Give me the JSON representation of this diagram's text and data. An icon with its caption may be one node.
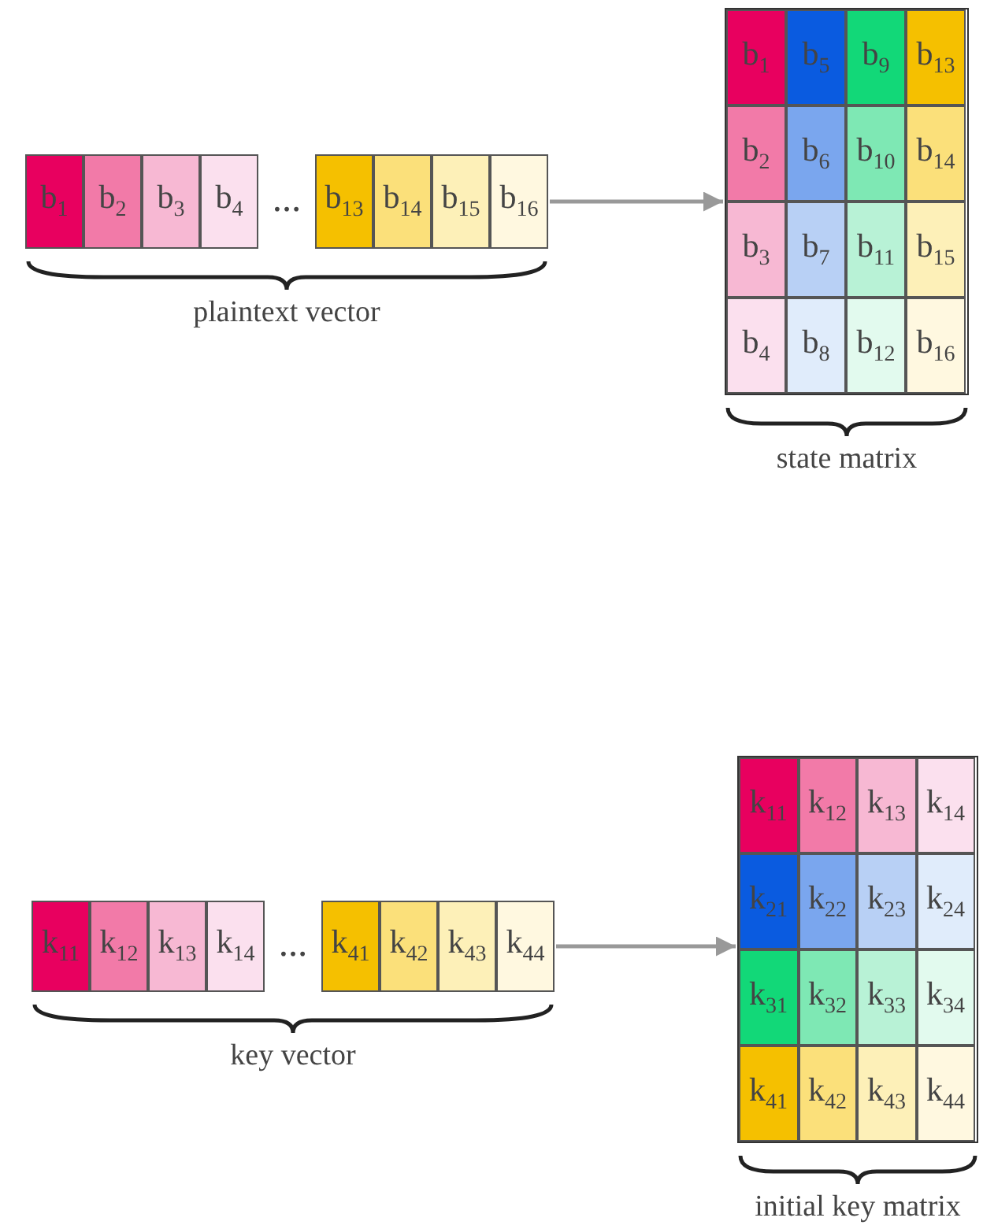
{
  "diagram": {
    "nodes": [
      {
        "text": [
          "plaintext vector"
        ]
      },
      {
        "text": [
          "b$_{1}$"
        ],
        "in": 0
      },
      {
        "text": [
          "b$_{2}$"
        ],
        "in": 0
      },
      {
        "text": [
          "b$_{3}$"
        ],
        "in": 0
      },
      {
        "text": [
          "b$_{4}$"
        ],
        "in": 0
      },
      {
        "text": [
          "b$_{13}$"
        ],
        "in": 0
      },
      {
        "text": [
          "b$_{14}$"
        ],
        "in": 0
      },
      {
        "text": [
          "b$_{15}$"
        ],
        "in": 0
      },
      {
        "text": [
          "b$_{16}$"
        ],
        "in": 0
      },
      {
        "text": [
          "state matrix"
        ]
      },
      {
        "text": [
          "b$_{1}$"
        ],
        "in": 9
      },
      {
        "text": [
          "b$_{5}$"
        ],
        "in": 9
      },
      {
        "text": [
          "b$_{9}$"
        ],
        "in": 9
      },
      {
        "text": [
          "b$_{13}$"
        ],
        "in": 9
      },
      {
        "text": [
          "b$_{2}$"
        ],
        "in": 9
      },
      {
        "text": [
          "b$_{6}$"
        ],
        "in": 9
      },
      {
        "text": [
          "b$_{10}$"
        ],
        "in": 9
      },
      {
        "text": [
          "b$_{14}$"
        ],
        "in": 9
      },
      {
        "text": [
          "b$_{3}$"
        ],
        "in": 9
      },
      {
        "text": [
          "b$_{7}$"
        ],
        "in": 9
      },
      {
        "text": [
          "b$_{11}$"
        ],
        "in": 9
      },
      {
        "text": [
          "b$_{15}$"
        ],
        "in": 9
      },
      {
        "text": [
          "b$_{4}$"
        ],
        "in": 9
      },
      {
        "text": [
          "b$_{8}$"
        ],
        "in": 9
      },
      {
        "text": [
          "b$_{12}$"
        ],
        "in": 9
      },
      {
        "text": [
          "b$_{16}$"
        ],
        "in": 9
      },
      {
        "text": [
          "key vector"
        ]
      },
      {
        "text": [
          "k$_{11}$"
        ],
        "in": 26
      },
      {
        "text": [
          "k$_{12}$"
        ],
        "in": 26
      },
      {
        "text": [
          "k$_{13}$"
        ],
        "in": 26
      },
      {
        "text": [
          "k$_{14}$"
        ],
        "in": 26
      },
      {
        "text": [
          "k$_{41}$"
        ],
        "in": 26
      },
      {
        "text": [
          "k$_{42}$"
        ],
        "in": 26
      },
      {
        "text": [
          "k$_{43}$"
        ],
        "in": 26
      },
      {
        "text": [
          "k$_{44}$"
        ],
        "in": 26
      },
      {
        "text": [
          "initial key matrix"
        ]
      },
      {
        "text": [
          "k$_{11}$"
        ],
        "in": 35
      },
      {
        "text": [
          "k$_{12}$"
        ],
        "in": 35
      },
      {
        "text": [
          "k$_{13}$"
        ],
        "in": 35
      },
      {
        "text": [
          "k$_{14}$"
        ],
        "in": 35
      },
      {
        "text": [
          "k$_{21}$"
        ],
        "in": 35
      },
      {
        "text": [
          "k$_{22}$"
        ],
        "in": 35
      },
      {
        "text": [
          "k$_{23}$"
        ],
        "in": 35
      },
      {
        "text": [
          "k$_{24}$"
        ],
        "in": 35
      },
      {
        "text": [
          "k$_{31}$"
        ],
        "in": 35
      },
      {
        "text": [
          "k$_{32}$"
        ],
        "in": 35
      },
      {
        "text": [
          "k$_{33}$"
        ],
        "in": 35
      },
      {
        "text": [
          "k$_{34}$"
        ],
        "in": 35
      },
      {
        "text": [
          "k$_{41}$"
        ],
        "in": 35
      },
      {
        "text": [
          "k$_{42}$"
        ],
        "in": 35
      },
      {
        "text": [
          "k$_{43}$"
        ],
        "in": 35
      },
      {
        "text": [
          "k$_{44}$"
        ],
        "in": 35
      }
    ],
    "edges": [
      {
        "from": 0,
        "to": 9,
        "arrow": "to"
      },
      {
        "from": 26,
        "to": 35,
        "arrow": "to"
      }
    ],
    "labels": [
      "…",
      "…"
    ]
  }
}
